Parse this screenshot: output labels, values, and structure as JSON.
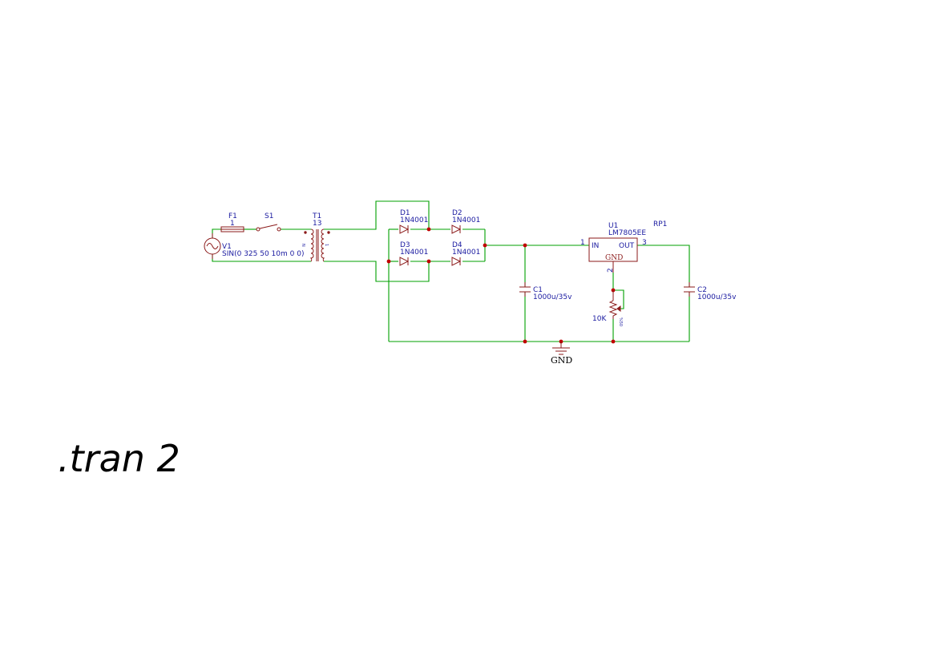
{
  "components": {
    "V1": {
      "ref": "V1",
      "value": "SIN(0 325 50 10m 0 0)"
    },
    "F1": {
      "ref": "F1",
      "value": "1"
    },
    "S1": {
      "ref": "S1"
    },
    "T1": {
      "ref": "T1",
      "value": "13"
    },
    "D1": {
      "ref": "D1",
      "value": "1N4001"
    },
    "D2": {
      "ref": "D2",
      "value": "1N4001"
    },
    "D3": {
      "ref": "D3",
      "value": "1N4001"
    },
    "D4": {
      "ref": "D4",
      "value": "1N4001"
    },
    "C1": {
      "ref": "C1",
      "value": "1000u/35v"
    },
    "C2": {
      "ref": "C2",
      "value": "1000u/35v"
    },
    "U1": {
      "ref": "U1",
      "value": "LM7805EE",
      "pin_in": "IN",
      "pin_out": "OUT",
      "pin_gnd": "GND",
      "pin1": "1",
      "pin2": "2",
      "pin3": "3"
    },
    "RP1": {
      "ref": "RP1",
      "value": "10K",
      "note": "%50"
    }
  },
  "ground": {
    "label": "GND"
  },
  "spice_directive": ".tran 2",
  "colors": {
    "wire": "#00a000",
    "symbol": "#8b1a1a",
    "label": "#1a1aa0",
    "junction": "#c00000"
  }
}
